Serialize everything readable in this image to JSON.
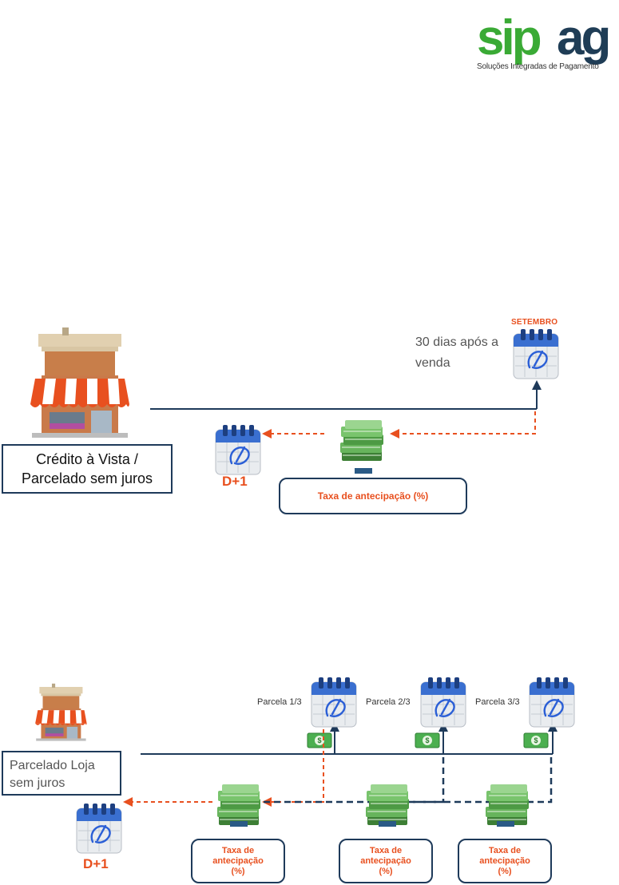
{
  "logo": {
    "wordmark": "sipag",
    "tagline": "Soluções Integradas de Pagamento",
    "colors": {
      "green": "#3aaa35",
      "dark": "#1f3d56"
    }
  },
  "top": {
    "caption_line1": "Crédito à Vista /",
    "caption_line2": "Parcelado sem juros",
    "days_line1": "30 dias após a",
    "days_line2": "venda",
    "month": "SETEMBRO",
    "d1": "D+1",
    "fee": "Taxa de antecipação (%)"
  },
  "bottom": {
    "caption_line1": "Parcelado Loja",
    "caption_line2": "sem juros",
    "parcelas": [
      "Parcela 1/3",
      "Parcela 2/3",
      "Parcela 3/3"
    ],
    "d1": "D+1",
    "fee_line1": "Taxa de",
    "fee_line2": "antecipação",
    "fee_line3": "(%)"
  },
  "colors": {
    "navy": "#1e3a5a",
    "orange": "#e8501f",
    "calendar_blue": "#3a6fd0",
    "money_green": "#4caf50"
  }
}
